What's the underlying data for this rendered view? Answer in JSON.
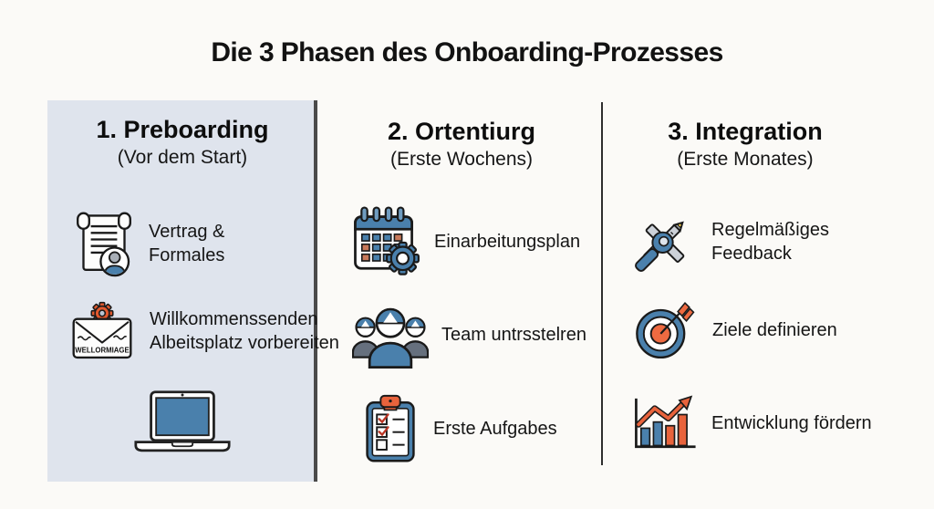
{
  "title": "Die 3 Phasen des Onboarding-Prozesses",
  "columns": [
    {
      "heading": "1. Preboarding",
      "subheading": "(Vor dem Start)",
      "items": [
        {
          "icon": "contract-scroll-icon",
          "label": "Vertrag &\nFormales"
        },
        {
          "icon": "welcome-mail-icon",
          "label": "Willkommenssenden\nAlbeitsplatz vorbereiten",
          "icon_caption": "WELLORMIAGE"
        },
        {
          "icon": "laptop-icon",
          "label": ""
        }
      ]
    },
    {
      "heading": "2. Ortentiurg",
      "subheading": "(Erste Wochens)",
      "items": [
        {
          "icon": "calendar-gear-icon",
          "label": "Einarbeitungsplan"
        },
        {
          "icon": "team-icon",
          "label": "Team untrsstelren"
        },
        {
          "icon": "checklist-icon",
          "label": "Erste Aufgabes"
        }
      ]
    },
    {
      "heading": "3. Integration",
      "subheading": "(Erste Monates)",
      "items": [
        {
          "icon": "feedback-tools-icon",
          "label": "Regelmäßiges\nFeedback"
        },
        {
          "icon": "target-arrow-icon",
          "label": "Ziele definieren"
        },
        {
          "icon": "growth-chart-icon",
          "label": "Entwicklung fördern"
        }
      ]
    }
  ],
  "colors": {
    "background": "#fbfaf7",
    "panel": "#dfe4ed",
    "panel_border": "#4a4a4a",
    "divider": "#2e2e2e",
    "text": "#141414",
    "blue": "#4a80ac",
    "orange": "#e8633c",
    "gear_orange": "#e2592e",
    "muted_orange": "#c8795a",
    "slate_gray": "#66707e",
    "tool_gray": "#ccd1d8",
    "check_red": "#bb3524"
  }
}
